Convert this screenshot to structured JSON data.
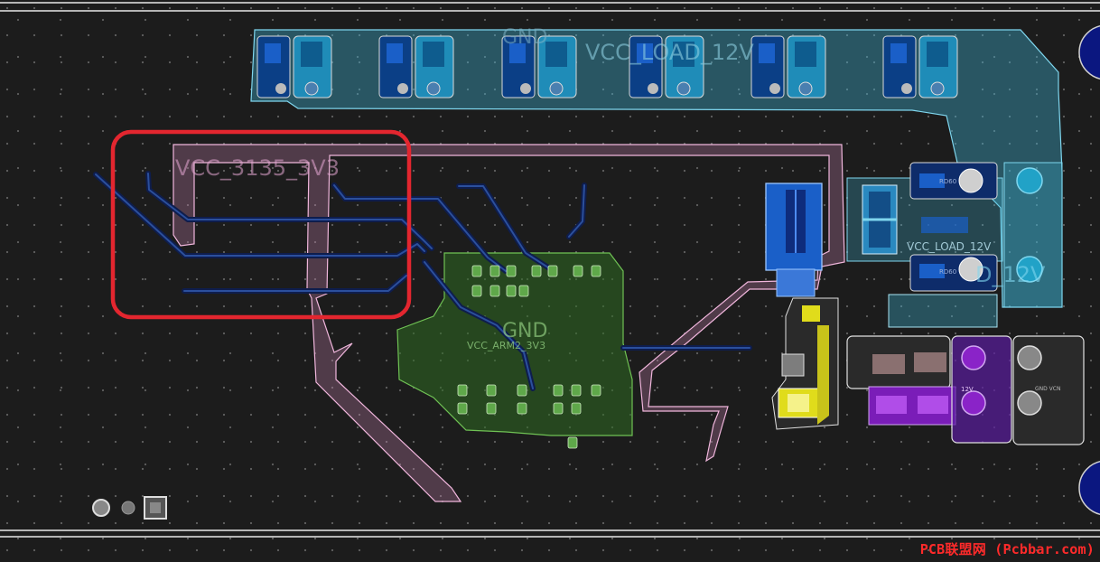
{
  "nets": {
    "gnd_top": "GND",
    "vcc_load_top": "VCC_LOAD_12V",
    "vcc_3v3_partial": "VCC_3135_3V3",
    "gnd_mid": "GND",
    "vcc_arm": "VCC_ARM2_3V3",
    "vcc_load_right": "VCC_LOAD_12V",
    "d_12v": "D_12V",
    "small_12v": "12V",
    "rd_label_1": "RD60",
    "rd_label_2": "RD60",
    "cn_label": "GND VCN"
  },
  "colors": {
    "background": "#1c1c1c",
    "power_plane_cyan": "#3fb6d8",
    "pink_plane": "#d98cc0",
    "green_plane": "#2f6b23",
    "trace_dark_blue": "#122a63",
    "highlight_red": "#e3262f",
    "yellow_component": "#e0dc1b",
    "purple_component": "#8a23c8"
  },
  "watermark": "PCB联盟网 (Pcbbar.com)"
}
